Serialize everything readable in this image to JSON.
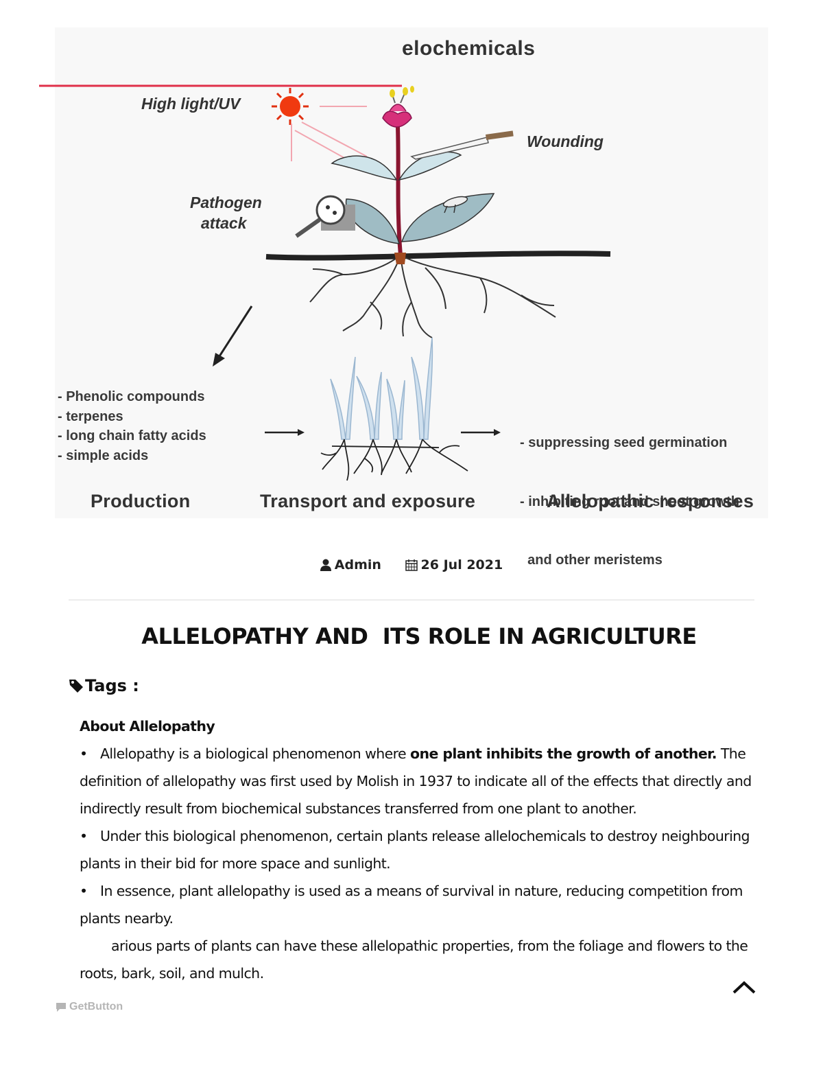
{
  "figure": {
    "title": "elochemicals",
    "labels": {
      "light": "High light/UV",
      "wounding": "Wounding",
      "pathogen_line1": "Pathogen",
      "pathogen_line2": "attack"
    },
    "compounds": [
      "- Phenolic compounds",
      "- terpenes",
      "- long chain fatty acids",
      "- simple acids"
    ],
    "responses": [
      "- suppressing seed germination",
      "- inhibiting root and shoot growth",
      "  and other meristems"
    ],
    "stages": {
      "production": "Production",
      "transport": "Transport and exposure",
      "responses": "Allelopathic responses"
    }
  },
  "meta": {
    "author": "Admin",
    "date": "26 Jul 2021",
    "author_icon": "user-icon",
    "date_icon": "calendar-icon"
  },
  "article": {
    "title": "ALLELOPATHY AND  ITS ROLE IN AGRICULTURE",
    "tags_label": "Tags :",
    "section_heading": "About Allelopathy",
    "bullet": "•",
    "p1_pre": "Allelopathy is a biological phenomenon where ",
    "p1_bold": "one plant inhibits the growth of another.",
    "p1_post": " The definition of allelopathy was first used by Molish in 1937 to indicate all of the effects that directly and indirectly result from biochemical substances transferred from one plant to another.",
    "p2": "Under this biological phenomenon, certain plants release allelochemicals to destroy neighbouring plants in their bid for more space and sunlight.",
    "p3": "In essence, plant allelopathy is used as a means of survival in nature, reducing competition from plants nearby.",
    "p4": "arious parts of plants can have these allelopathic properties, from the foliage and flowers to the roots, bark, soil, and mulch."
  },
  "watermark": "GetButton",
  "colors": {
    "accent_red": "#e0304a",
    "text": "#111111",
    "divider": "#ececec"
  }
}
